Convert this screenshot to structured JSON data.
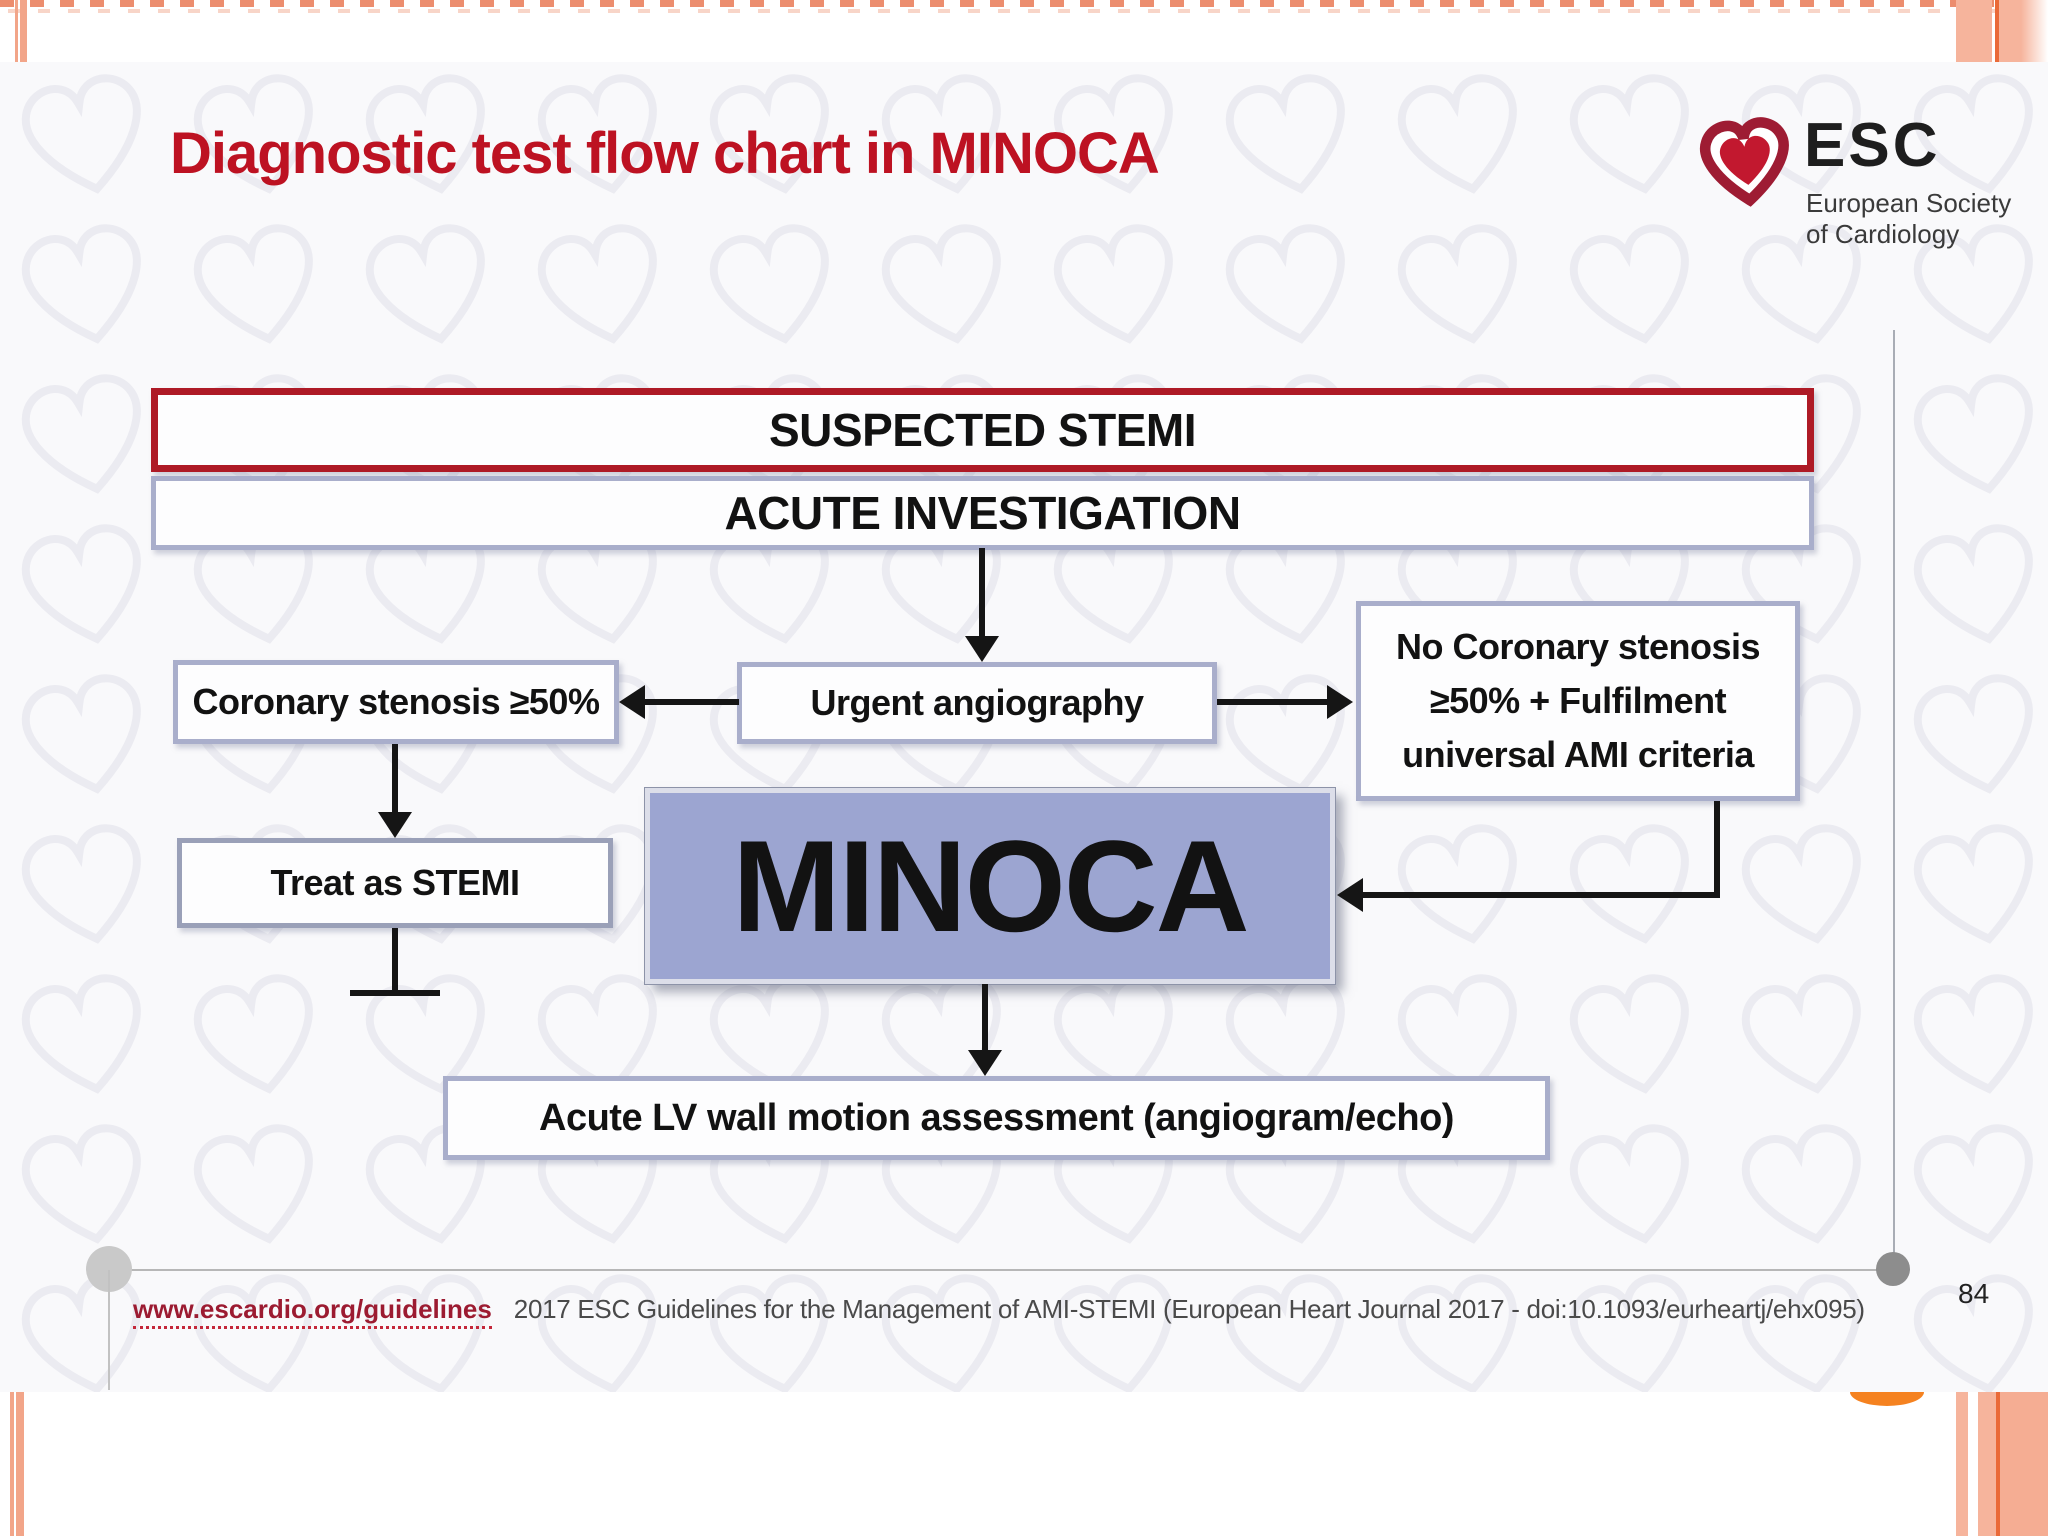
{
  "slide": {
    "title": "Diagnostic test flow chart in MINOCA",
    "page_number": "84"
  },
  "logo": {
    "heart_icon": "esc-heart-icon",
    "name": "ESC",
    "subtitle_line1": "European Society",
    "subtitle_line2": "of Cardiology"
  },
  "flowchart": {
    "suspected_stemi": "SUSPECTED STEMI",
    "acute_investigation": "ACUTE INVESTIGATION",
    "coronary_stenosis": "Coronary stenosis ≥50%",
    "urgent_angiography": "Urgent angiography",
    "no_coronary_line1": "No Coronary stenosis",
    "no_coronary_line2": "≥50% + Fulfilment",
    "no_coronary_line3": "universal AMI criteria",
    "treat_as_stemi": "Treat as STEMI",
    "minoca": "MINOCA",
    "acute_lv": "Acute LV wall motion assessment (angiogram/echo)"
  },
  "footer": {
    "link": "www.escardio.org/guidelines",
    "reference": "2017 ESC Guidelines for the Management of AMI-STEMI (European Heart Journal 2017 - doi:10.1093/eurheartj/ehx095)"
  },
  "colors": {
    "title_red": "#bd1222",
    "box_border_red": "#ae1a26",
    "box_border_blue": "#a9aecb",
    "minoca_fill": "#9ca5d1",
    "footer_link_maroon": "#9c1b31",
    "accent_salmon": "#f6b49c",
    "accent_orange": "#f58220",
    "arrow_black": "#151515"
  }
}
